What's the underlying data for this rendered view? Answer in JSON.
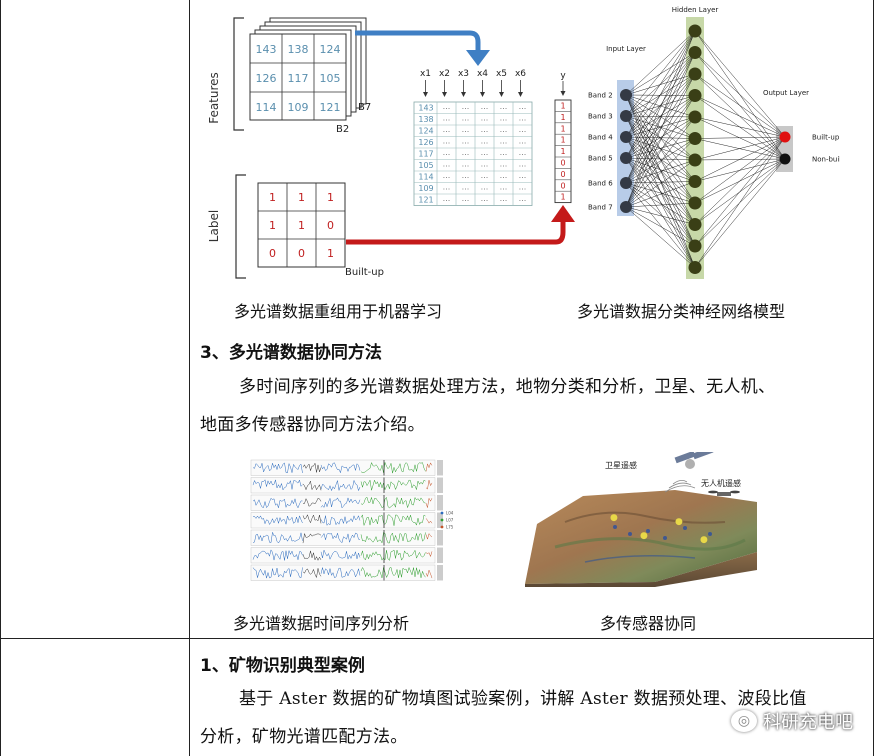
{
  "figure1": {
    "features_label": "Features",
    "label_label": "Label",
    "feature_grid": [
      [
        "143",
        "138",
        "124"
      ],
      [
        "126",
        "117",
        "105"
      ],
      [
        "114",
        "109",
        "121"
      ]
    ],
    "stack_labels": [
      "B7",
      "B2"
    ],
    "label_grid": [
      [
        "1",
        "1",
        "1"
      ],
      [
        "1",
        "1",
        "0"
      ],
      [
        "0",
        "0",
        "1"
      ]
    ],
    "builtup_label": "Built-up",
    "x_headers": [
      "x1",
      "x2",
      "x3",
      "x4",
      "x5",
      "x6"
    ],
    "x_col1": [
      "143",
      "138",
      "124",
      "126",
      "117",
      "105",
      "114",
      "109",
      "121"
    ],
    "dots": "...",
    "y_header": "y",
    "y_values": [
      "1",
      "1",
      "1",
      "1",
      "1",
      "0",
      "0",
      "0",
      "1"
    ],
    "caption": "多光谱数据重组用于机器学习"
  },
  "figure2": {
    "input_layer": "Input Layer",
    "hidden_layer": "Hidden Layer",
    "output_layer": "Output Layer",
    "bands": [
      "Band 2",
      "Band 3",
      "Band 4",
      "Band 5",
      "Band 6",
      "Band 7"
    ],
    "outputs": [
      "Built-up",
      "Non-built-up"
    ],
    "caption": "多光谱数据分类神经网络模型"
  },
  "section3": {
    "heading": "3、多光谱数据协同方法",
    "para_line1": "多时间序列的多光谱数据处理方法，地物分类和分析，卫星、无人机、",
    "para_line2": "地面多传感器协同方法介绍。"
  },
  "figure3": {
    "caption": "多光谱数据时间序列分析"
  },
  "figure4": {
    "satellite_label": "卫星遥感",
    "uav_label": "无人机遥感",
    "caption": "多传感器协同"
  },
  "section1": {
    "heading": "1、矿物识别典型案例",
    "para_line1": "基于 Aster 数据的矿物填图试验案例，讲解 Aster 数据预处理、波段比值",
    "para_line2": "分析，矿物光谱匹配方法。"
  },
  "watermark": {
    "text": "科研充电吧"
  },
  "colors": {
    "blue_arrow": "#3f7fc4",
    "red_arrow": "#c41a1a",
    "node": "#3a3f16",
    "input_bar": "#b8cce8",
    "hidden_bar": "#c7d8a8",
    "output_bar": "#c8c8c8"
  }
}
